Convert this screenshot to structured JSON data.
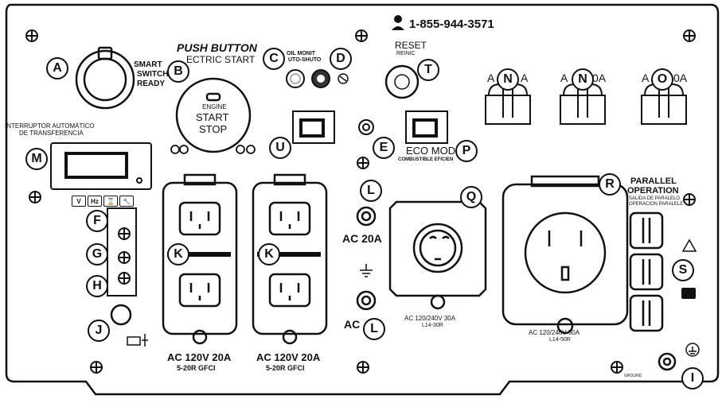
{
  "phone": "1-855-944-3571",
  "panel_labels": {
    "smart_switch": [
      "SMART",
      "SWITCH",
      "READY"
    ],
    "push_button": "PUSH BUTTON",
    "electric_start": "ECTRIC START",
    "engine_button": [
      "ENGINE",
      "START",
      "STOP"
    ],
    "interruptor": [
      "INTERRUPTOR AUTOMÁTICO",
      "DE TRANSFERENCIA"
    ],
    "reset": "RESET",
    "reset_sub": "REINIC",
    "eco_mode": "ECO MOD",
    "eco_mode_sub": "COMBUSTIBLE EFICIEN",
    "parallel": [
      "PARALLEL",
      "OPERATION"
    ],
    "parallel_sub": [
      "SALIDA DE PARALELO",
      "OPERACION PARALELE"
    ],
    "ac_20a_top": "AC 20A",
    "ac_20a_bottom": "AC",
    "outlet_1": [
      "AC 120V 20A",
      "5-20R GFCI"
    ],
    "outlet_2": [
      "AC 120V 20A",
      "5-20R GFCI"
    ],
    "outlet_30a": [
      "AC 120/240V 30A",
      "L14-30R"
    ],
    "outlet_50a": [
      "AC 120/240V 50A",
      "L14-50R"
    ],
    "breaker_n1": "A",
    "breaker_n1b": "A",
    "breaker_n2": "A",
    "breaker_n2b": "0A",
    "breaker_o": "A",
    "breaker_ob": "0A",
    "indicator_v": "V",
    "indicator_hz": "Hz",
    "oil_label": "OIL MONIT",
    "auto_shutoff": "UTO-SHUTO",
    "ground_label": "GROUND"
  },
  "callouts": [
    "A",
    "B",
    "C",
    "D",
    "E",
    "F",
    "G",
    "H",
    "I",
    "J",
    "K",
    "K",
    "L",
    "L",
    "M",
    "N",
    "N",
    "O",
    "P",
    "Q",
    "R",
    "S",
    "T",
    "U"
  ],
  "colors": {
    "ink": "#111111",
    "panel": "#ffffff"
  }
}
